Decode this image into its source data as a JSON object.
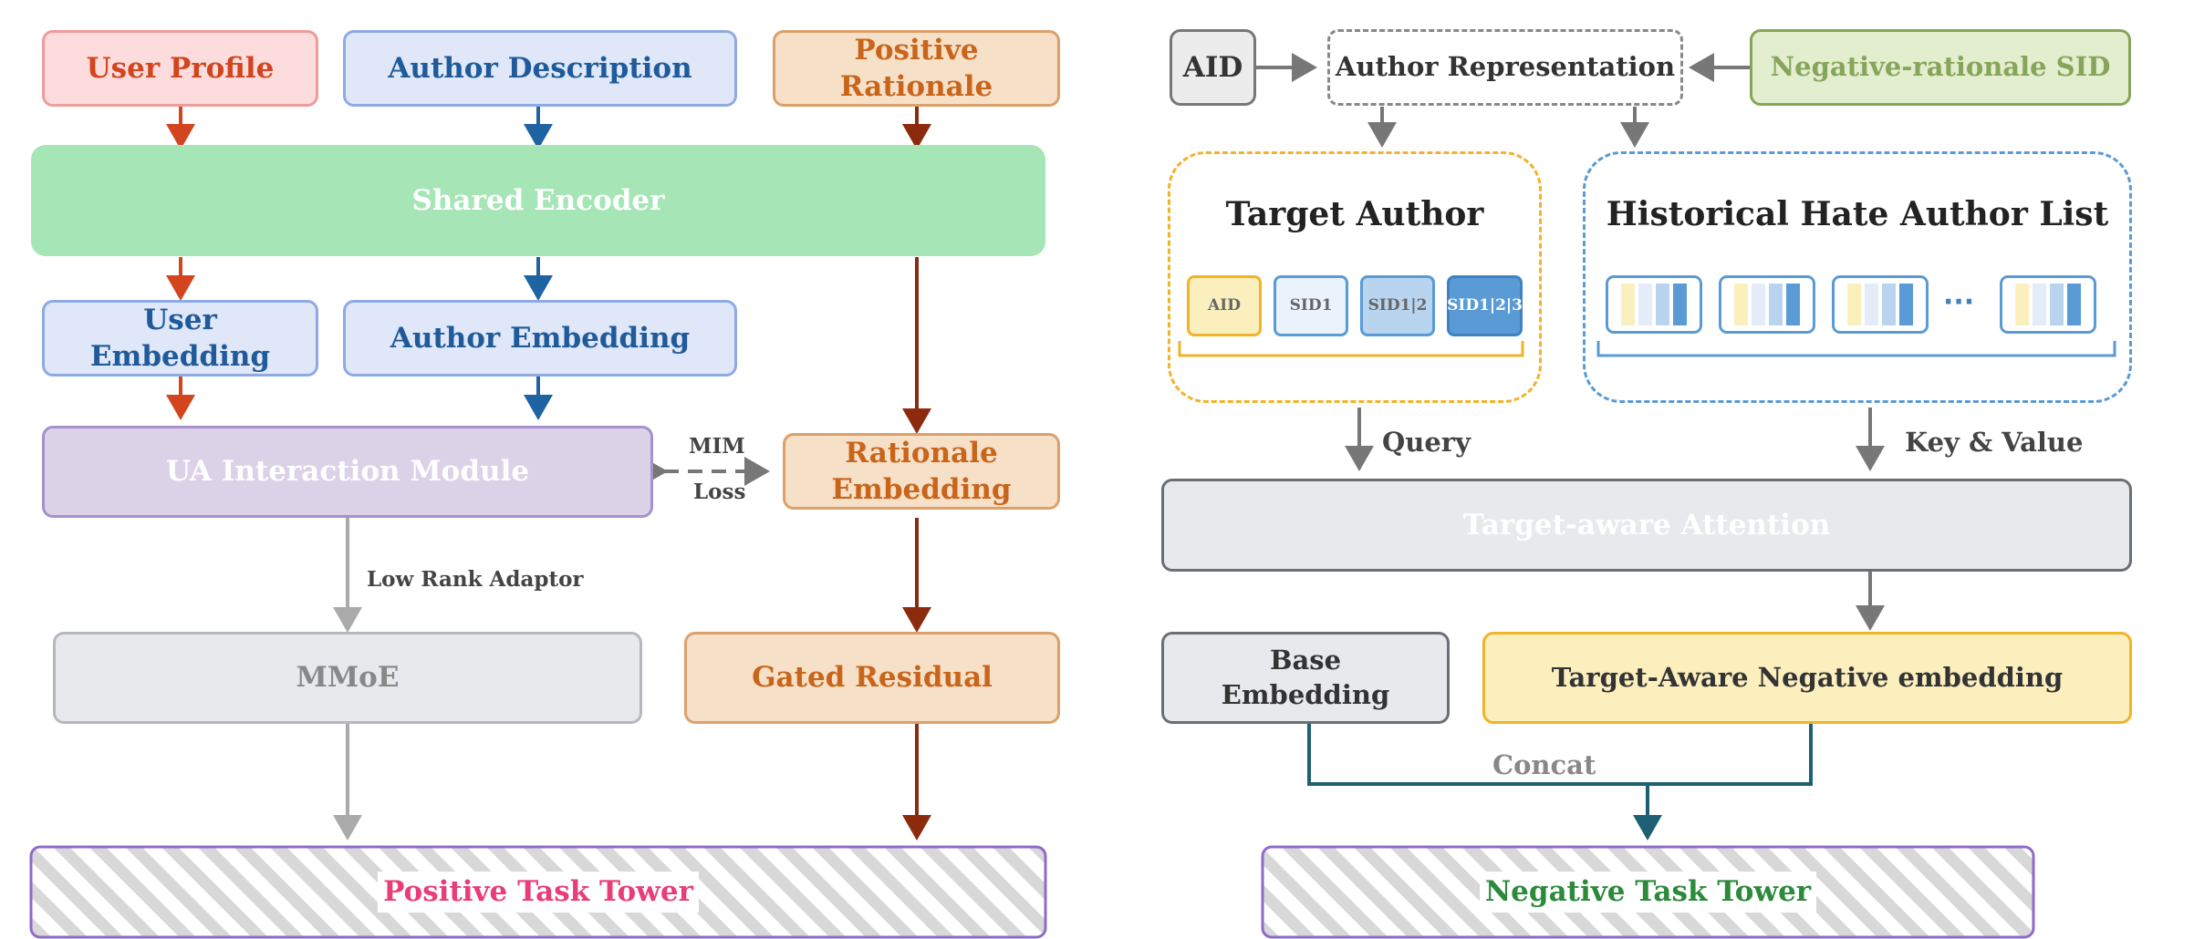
{
  "left": {
    "user_profile": "User Profile",
    "author_description": "Author Description",
    "positive_rationale": "Positive Rationale",
    "shared_encoder": "Shared Encoder",
    "user_embedding": "User Embedding",
    "author_embedding": "Author Embedding",
    "ua_interaction_module": "UA Interaction Module",
    "mim_loss_1": "MIM",
    "mim_loss_2": "Loss",
    "rationale_embedding": "Rationale Embedding",
    "low_rank_adaptor": "Low Rank Adaptor",
    "mmoe": "MMoE",
    "gated_residual": "Gated Residual",
    "positive_task_tower": "Positive Task Tower"
  },
  "right": {
    "aid": "AID",
    "author_representation": "Author Representation",
    "negative_rationale_sid": "Negative-rationale SID",
    "target_author": "Target Author",
    "historical_hate_author_list": "Historical Hate Author List",
    "target_chips": [
      "AID",
      "SID1",
      "SID1|2",
      "SID1|2|3"
    ],
    "ellipsis": "···",
    "query": "Query",
    "key_value": "Key & Value",
    "target_aware_attention": "Target-aware Attention",
    "base_embedding": "Base Embedding",
    "target_aware_negative_embedding": "Target-Aware Negative embedding",
    "concat": "Concat",
    "negative_task_tower": "Negative Task Tower"
  },
  "colors": {
    "red_fill": "#fcdcdc",
    "red_border": "#f09a9a",
    "red_text": "#d2451e",
    "blue_fill": "#dfe7f8",
    "blue_border": "#8eaae5",
    "blue_text": "#1f5a9a",
    "orange_fill": "#f7e0c8",
    "orange_border": "#dca06a",
    "orange_text": "#c9651a",
    "green_fill": "#a6e6b6",
    "purple_fill": "#dcd2e8",
    "purple_border": "#a890cc",
    "gray_fill": "#e7e9ec",
    "gray_border": "#b5b8bc",
    "gray_text": "#888888",
    "olive_fill": "#e3eecf",
    "olive_border": "#87a55a",
    "olive_text": "#87a55a",
    "yellow_fill": "#fcefbe",
    "yellow_border": "#f0b428",
    "teal_line": "#1f5f73",
    "dark_red_arrow": "#8c2a0e",
    "gray_arrow": "#777777",
    "pink_text": "#e83e75",
    "green_text": "#2c8a3b",
    "tower_border": "#8f6ac9"
  }
}
